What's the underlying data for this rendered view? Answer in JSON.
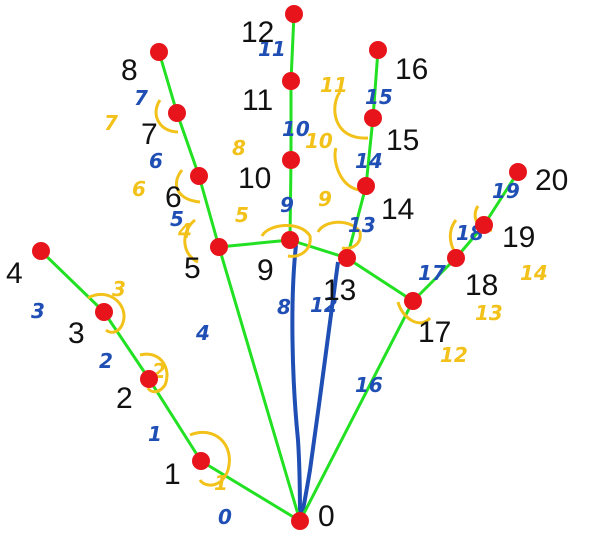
{
  "colors": {
    "bone": "#22e022",
    "joint": "#e8141c",
    "segment_annotation": "#1f4fb5",
    "angle_annotation": "#f2c21b",
    "label": "#111111"
  },
  "landmarks": [
    {
      "id": "0",
      "label": "0"
    },
    {
      "id": "1",
      "label": "1"
    },
    {
      "id": "2",
      "label": "2"
    },
    {
      "id": "3",
      "label": "3"
    },
    {
      "id": "4",
      "label": "4"
    },
    {
      "id": "5",
      "label": "5"
    },
    {
      "id": "6",
      "label": "6"
    },
    {
      "id": "7",
      "label": "7"
    },
    {
      "id": "8",
      "label": "8"
    },
    {
      "id": "9",
      "label": "9"
    },
    {
      "id": "10",
      "label": "10"
    },
    {
      "id": "11",
      "label": "11"
    },
    {
      "id": "12",
      "label": "12"
    },
    {
      "id": "13",
      "label": "13"
    },
    {
      "id": "14",
      "label": "14"
    },
    {
      "id": "15",
      "label": "15"
    },
    {
      "id": "16",
      "label": "16"
    },
    {
      "id": "17",
      "label": "17"
    },
    {
      "id": "18",
      "label": "18"
    },
    {
      "id": "19",
      "label": "19"
    },
    {
      "id": "20",
      "label": "20"
    }
  ],
  "connections": [
    [
      "0",
      "1"
    ],
    [
      "1",
      "2"
    ],
    [
      "2",
      "3"
    ],
    [
      "3",
      "4"
    ],
    [
      "0",
      "5"
    ],
    [
      "5",
      "6"
    ],
    [
      "6",
      "7"
    ],
    [
      "7",
      "8"
    ],
    [
      "5",
      "9"
    ],
    [
      "9",
      "10"
    ],
    [
      "10",
      "11"
    ],
    [
      "11",
      "12"
    ],
    [
      "9",
      "13"
    ],
    [
      "13",
      "14"
    ],
    [
      "14",
      "15"
    ],
    [
      "15",
      "16"
    ],
    [
      "13",
      "17"
    ],
    [
      "0",
      "17"
    ],
    [
      "17",
      "18"
    ],
    [
      "18",
      "19"
    ],
    [
      "19",
      "20"
    ]
  ],
  "segment_annotations": [
    "0",
    "1",
    "2",
    "3",
    "4",
    "5",
    "6",
    "7",
    "8",
    "9",
    "10",
    "11",
    "12",
    "13",
    "14",
    "15",
    "16",
    "17",
    "18",
    "19"
  ],
  "angle_annotations": [
    "1",
    "2",
    "3",
    "4",
    "5",
    "6",
    "7",
    "8",
    "9",
    "10",
    "11",
    "12",
    "13",
    "14"
  ]
}
